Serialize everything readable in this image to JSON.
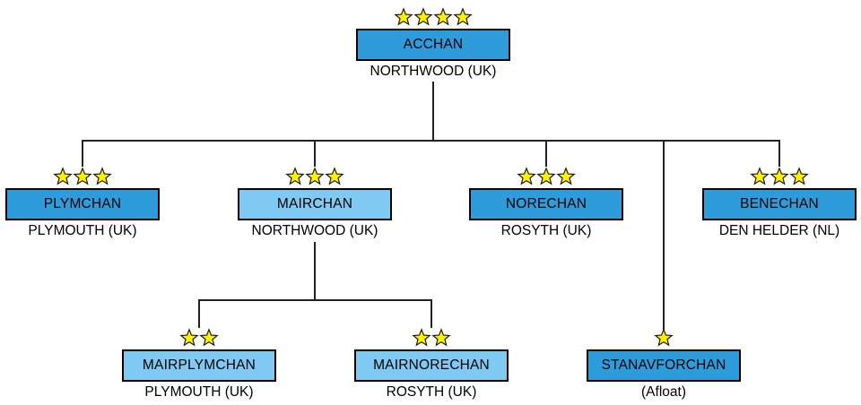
{
  "chart": {
    "type": "org-chart",
    "nodes": [
      {
        "id": "acchan",
        "name": "ACCHAN",
        "location": "NORTHWOOD (UK)",
        "stars": 4,
        "variant": "dark",
        "parent": null
      },
      {
        "id": "plymchan",
        "name": "PLYMCHAN",
        "location": "PLYMOUTH (UK)",
        "stars": 3,
        "variant": "dark",
        "parent": "acchan"
      },
      {
        "id": "mairchan",
        "name": "MAIRCHAN",
        "location": "NORTHWOOD (UK)",
        "stars": 3,
        "variant": "light",
        "parent": "acchan"
      },
      {
        "id": "norechan",
        "name": "NORECHAN",
        "location": "ROSYTH (UK)",
        "stars": 3,
        "variant": "dark",
        "parent": "acchan"
      },
      {
        "id": "benechan",
        "name": "BENECHAN",
        "location": "DEN HELDER (NL)",
        "stars": 3,
        "variant": "dark",
        "parent": "acchan"
      },
      {
        "id": "mairplymchan",
        "name": "MAIRPLYMCHAN",
        "location": "PLYMOUTH (UK)",
        "stars": 2,
        "variant": "light",
        "parent": "mairchan"
      },
      {
        "id": "mairnorechan",
        "name": "MAIRNORECHAN",
        "location": "ROSYTH (UK)",
        "stars": 2,
        "variant": "light",
        "parent": "mairchan"
      },
      {
        "id": "stanavforchan",
        "name": "STANAVFORCHAN",
        "location": "(Afloat)",
        "stars": 1,
        "variant": "dark",
        "parent": "acchan"
      }
    ],
    "icons": {
      "star": "five-pointed-star"
    },
    "colors": {
      "box_dark": "#2E9BDB",
      "box_light": "#7FC9F2",
      "star_fill": "#FFEF00",
      "star_stroke": "#1A1A00",
      "line": "#222222",
      "border": "#000000",
      "text": "#000000"
    }
  }
}
